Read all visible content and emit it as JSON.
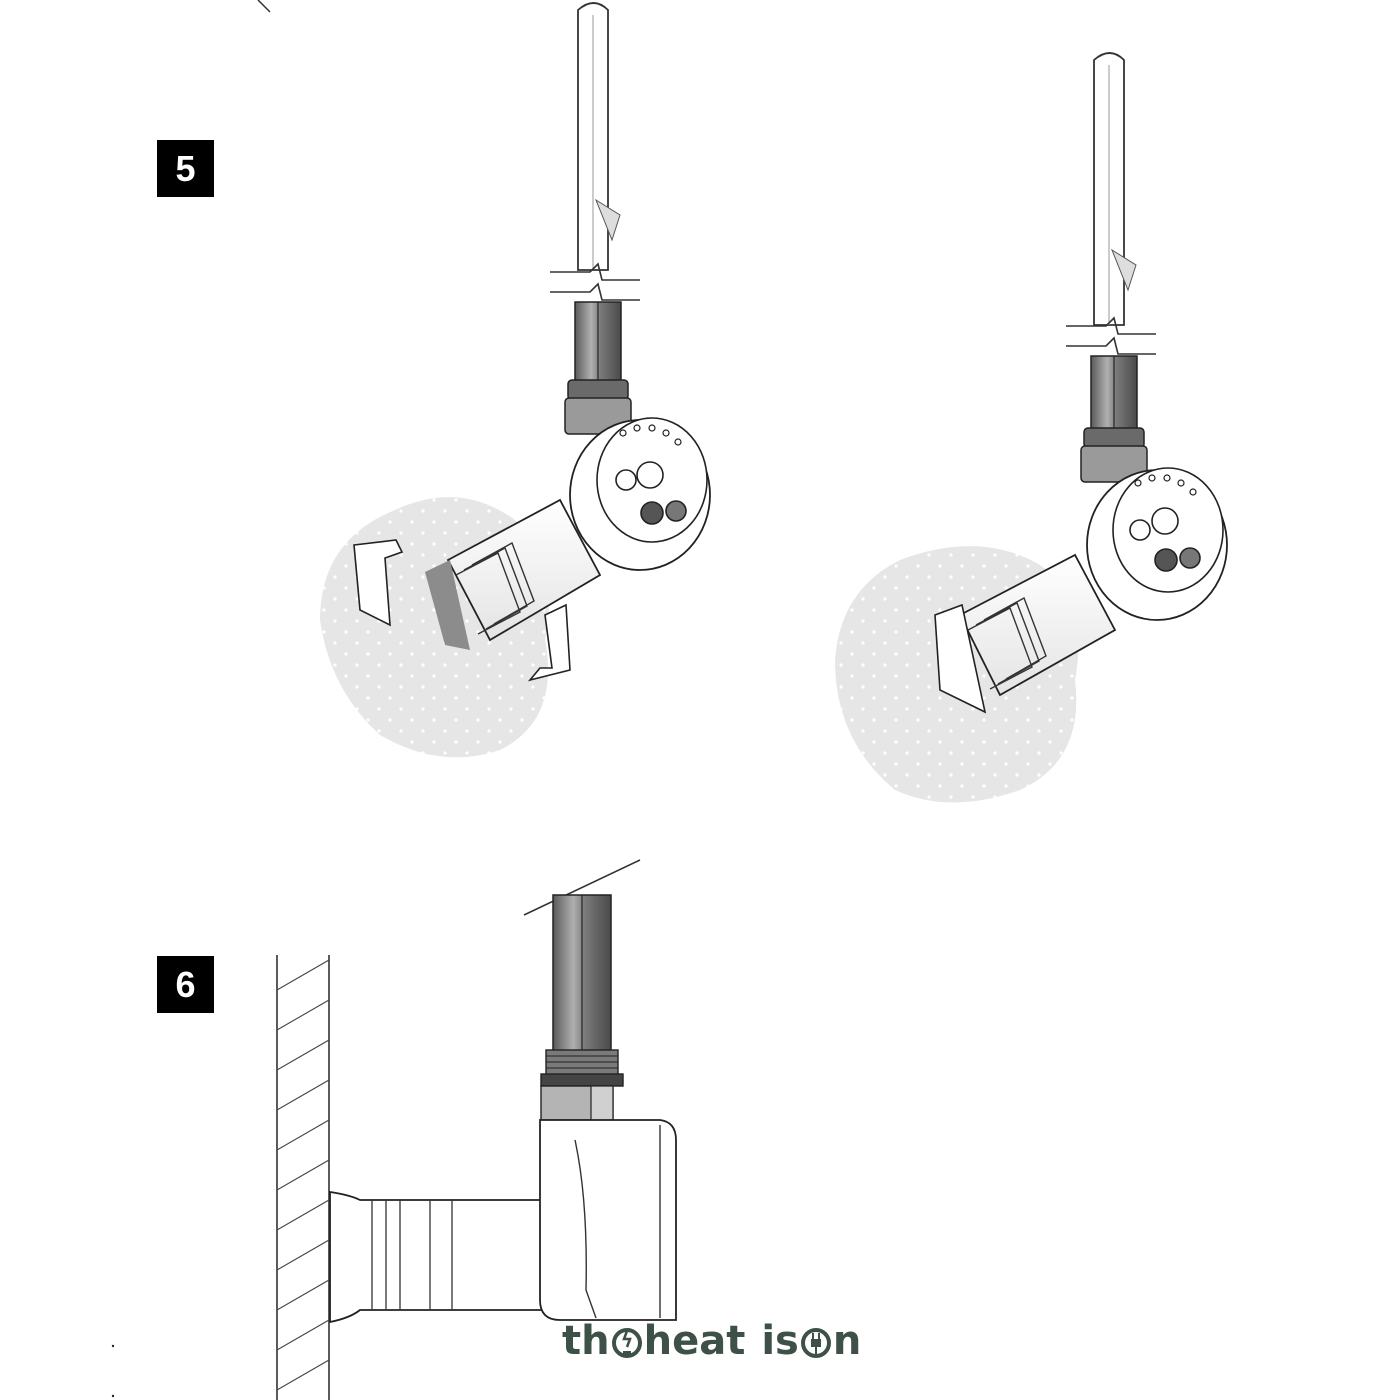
{
  "steps": [
    {
      "number": "5"
    },
    {
      "number": "6"
    }
  ],
  "logo": {
    "text": "the heat is on",
    "words": [
      "th",
      "heat",
      "is",
      "n"
    ],
    "color": "#3e5147"
  },
  "colors": {
    "wall_fill": "#e8e8e8",
    "pipe_dark": "#8a8a8a",
    "outline": "#222222"
  }
}
